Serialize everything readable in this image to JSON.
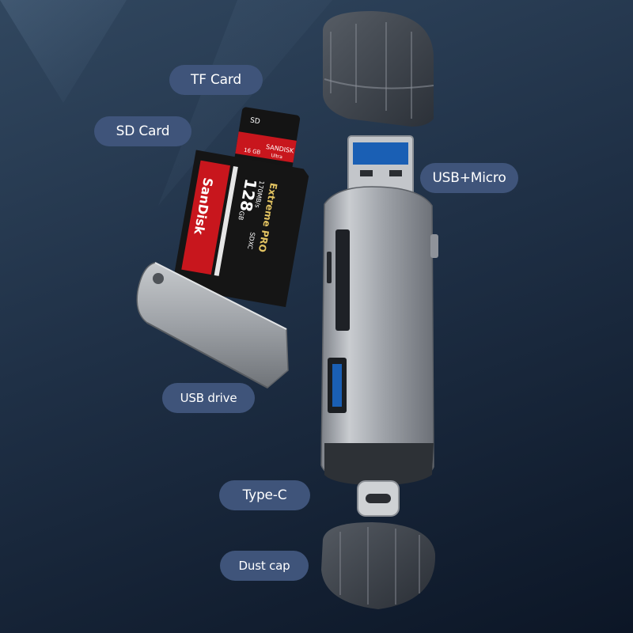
{
  "labels": {
    "tf_card": "TF Card",
    "sd_card": "SD Card",
    "usb_micro": "USB+Micro",
    "usb_drive": "USB drive",
    "type_c": "Type-C",
    "dust_cap": "Dust cap"
  },
  "tf_card_print": {
    "brand": "SANDISK",
    "line": "Ultra",
    "capacity": "16 GB",
    "type": "SD"
  },
  "sd_card_print": {
    "brand": "SanDisk",
    "line": "Extreme PRO",
    "speed": "170MB/s",
    "capacity": "128",
    "unit": "GB",
    "class": "SDXC"
  },
  "colors": {
    "background": "#1f3046",
    "label_pill": "#3f547a",
    "label_text": "#ffffff",
    "card_red": "#c8161d",
    "card_black": "#141414",
    "metal": "#a9adb3"
  }
}
